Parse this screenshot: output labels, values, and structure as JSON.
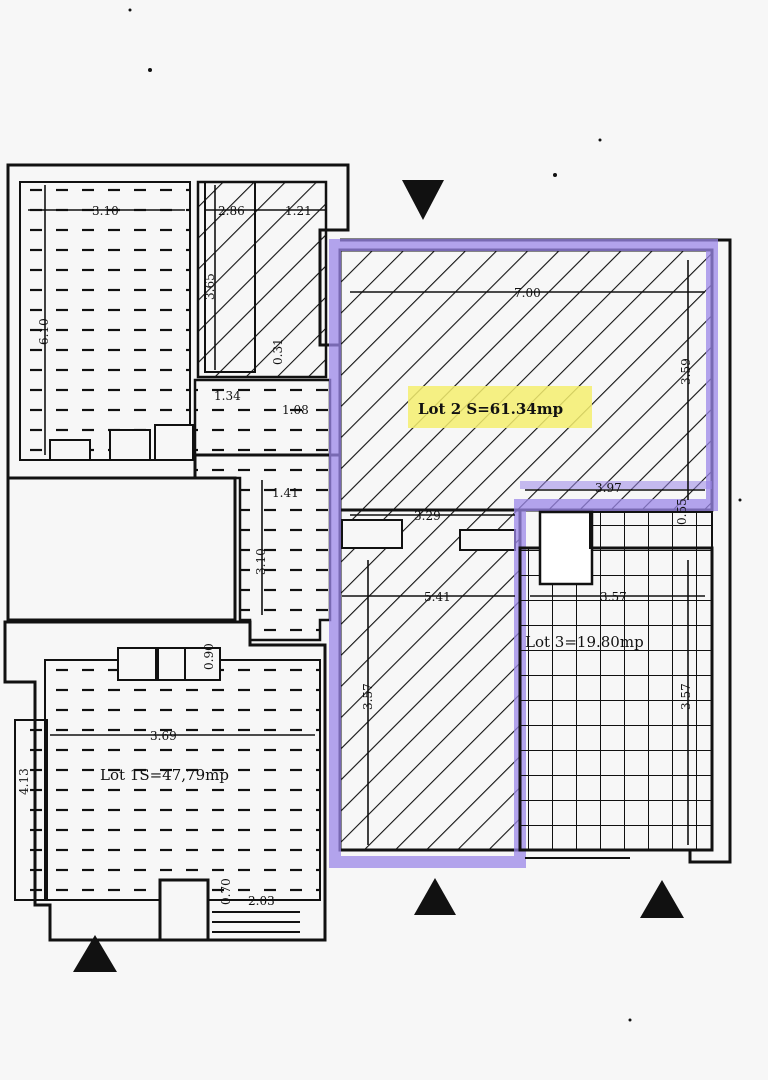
{
  "lots": {
    "lot1": {
      "label": "Lot 1S=47,79mp"
    },
    "lot2": {
      "label": "Lot 2 S=61.34mp",
      "highlight_color": "#f4ef6e",
      "outline_color": "#9b87e8"
    },
    "lot3": {
      "label": "Lot 3=19.80mp"
    }
  },
  "dimensions": {
    "room_a_width": "3.10",
    "room_a_height": "6.10",
    "room_b_width1": "2.86",
    "room_b_width2": "1.21",
    "room_b_height": "3.65",
    "room_b_depth": "0.31",
    "hall_1": "1.34",
    "hall_2": "1.08",
    "hall_3": "1.41",
    "hall_4": "3.10",
    "hall_5": "0.90",
    "lot1_width": "3.69",
    "lot1_height": "4.13",
    "lot1_step": "0.70",
    "lot1_bottom": "2.03",
    "lot2_width": "7.00",
    "lot2_height": "3.59",
    "lot2_lower": "3.97",
    "lot2_mid": "3.29",
    "lot2_height2": "3.57",
    "lot2_side": "5.41",
    "lot3_width": "3.57",
    "lot3_height": "3.57",
    "lot3_small": "0.55"
  },
  "entrance_markers": [
    "entrance-marker-top",
    "entrance-marker-lot2",
    "entrance-marker-lot3",
    "entrance-marker-lot1"
  ],
  "colors": {
    "wall": "#111111",
    "paper": "#f7f7f7",
    "lot2_outline": "#9b87e8",
    "lot2_label_bg": "#f4ef6e"
  }
}
